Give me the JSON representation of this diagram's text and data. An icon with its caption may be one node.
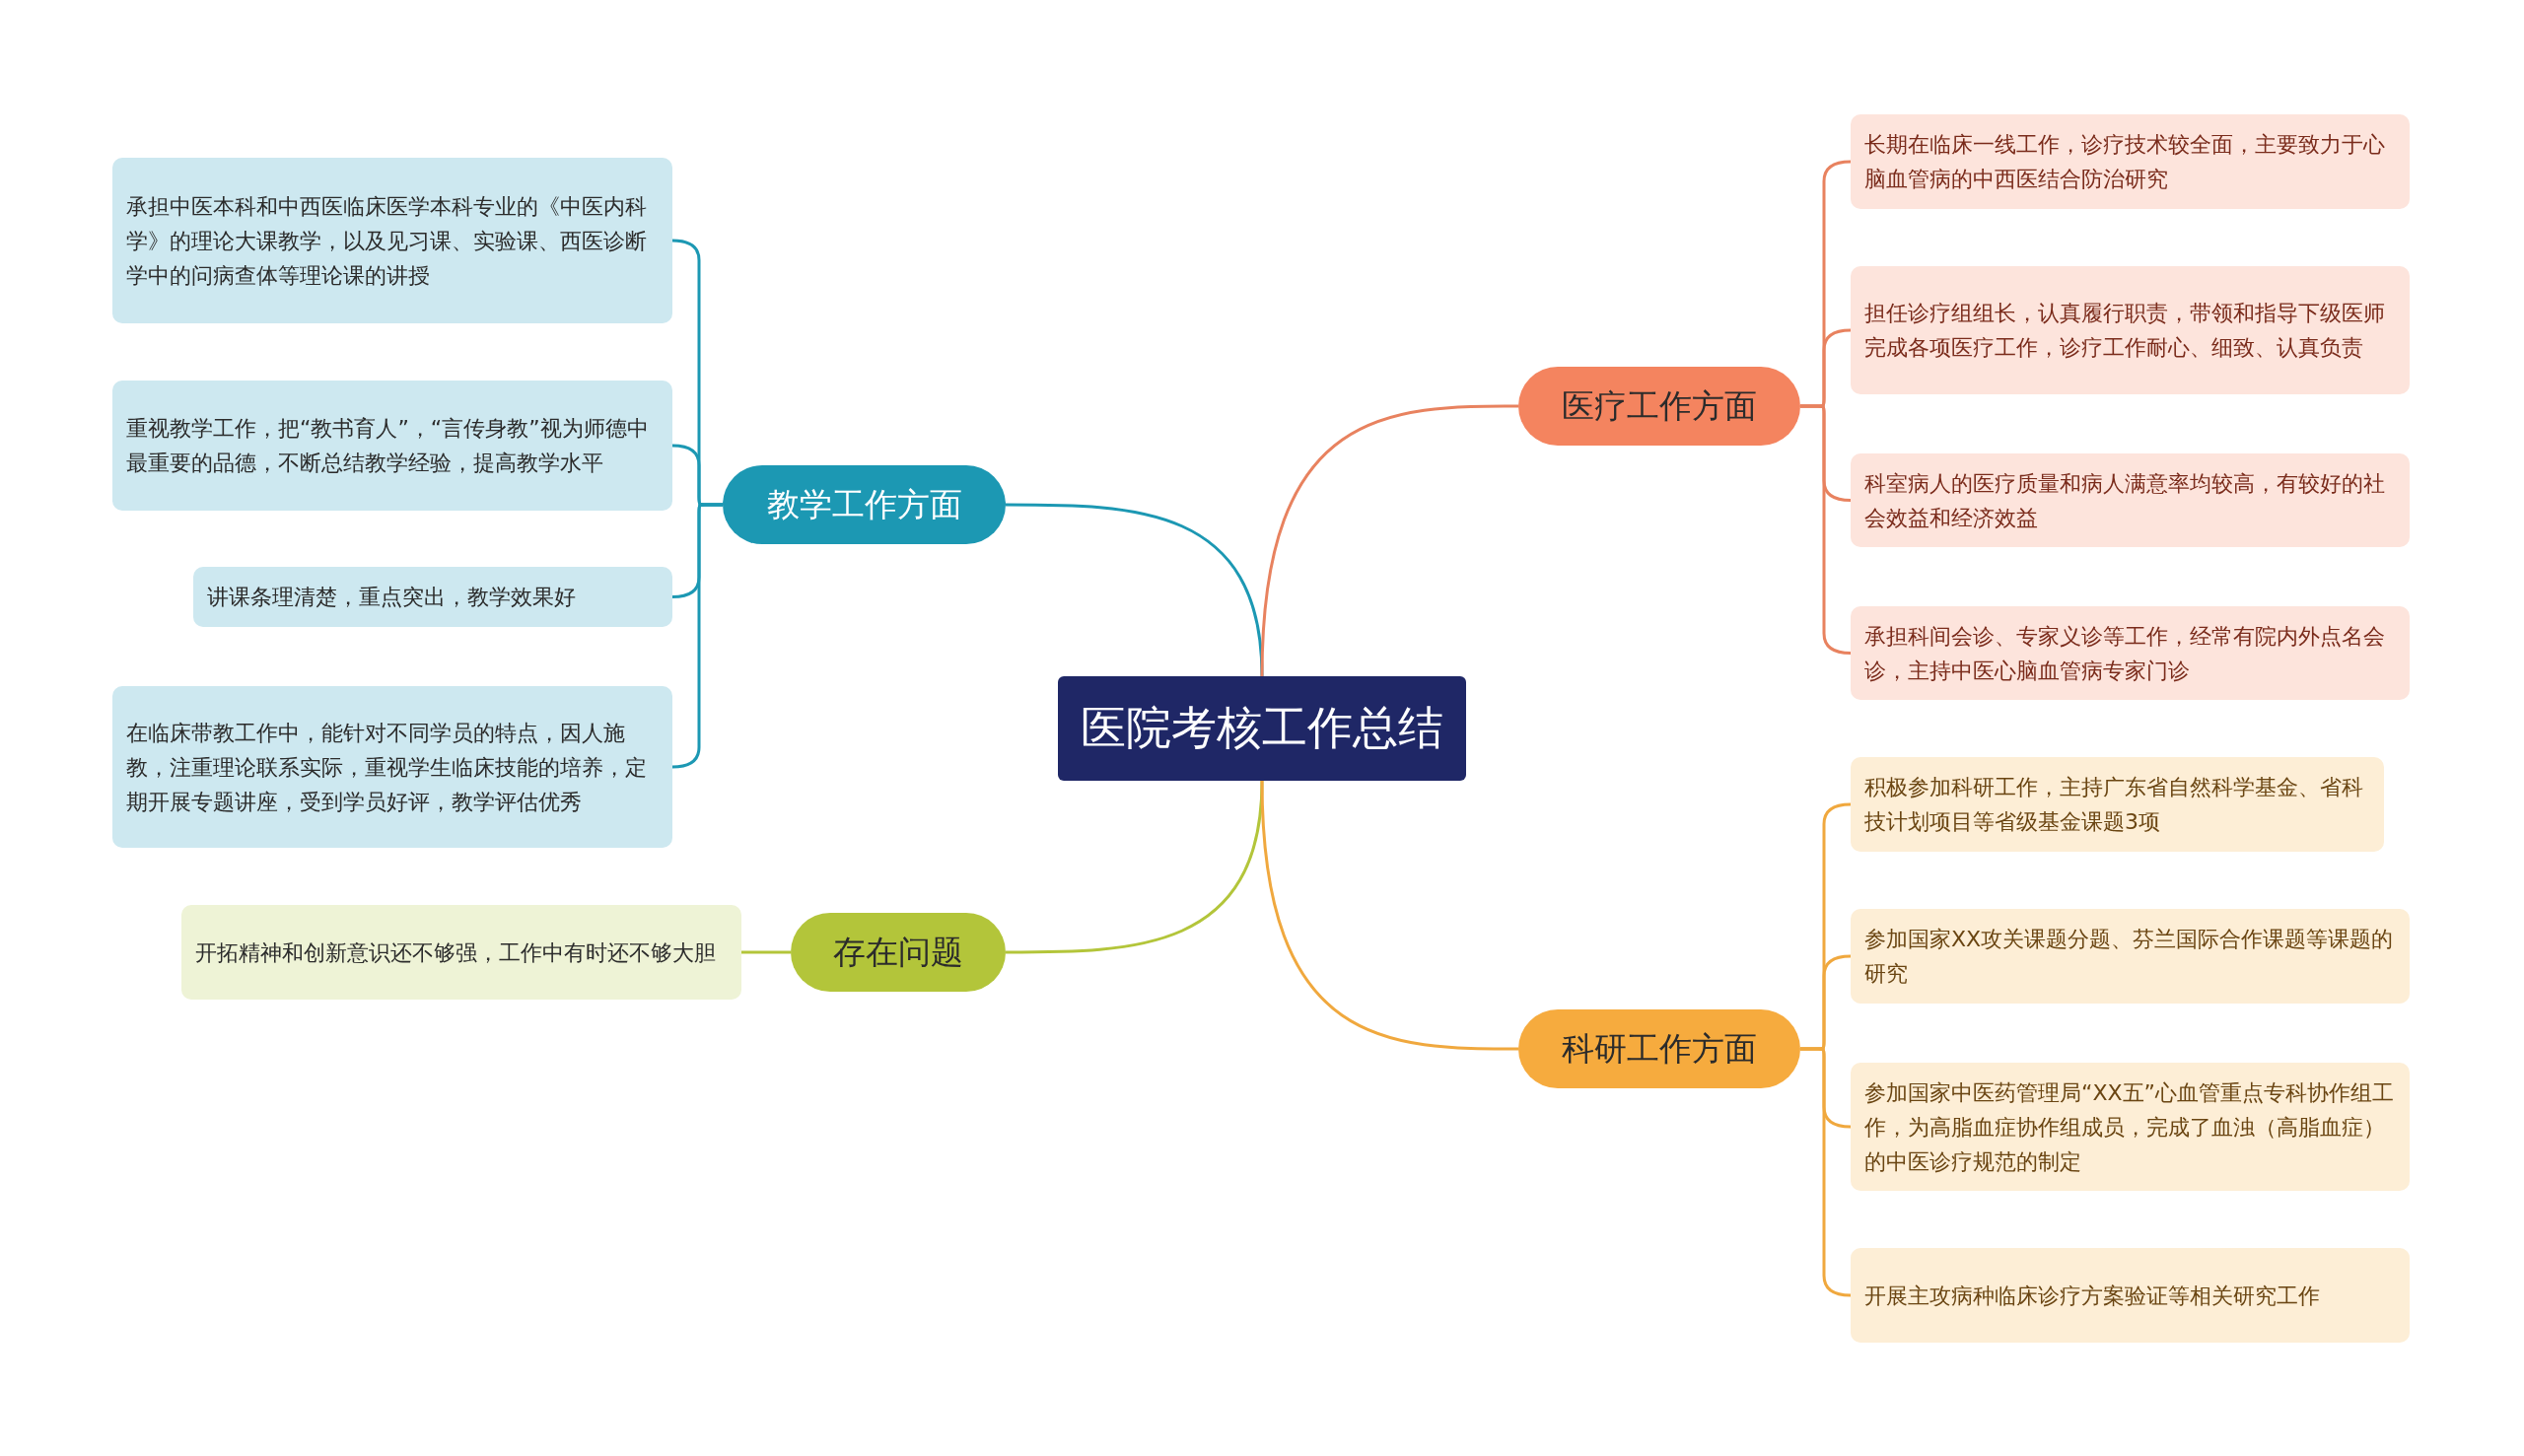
{
  "diagram": {
    "nodes": [
      {
        "text": [
          "医院考核工作总结"
        ]
      },
      {
        "text": [
          "教学工作方面"
        ]
      },
      {
        "text": [
          "承担中医本科和中西医临床医学本科专业的《中医内科学》的理论大课教学，以及见习课、实验课、西医诊断学中的问病查体等理论课的讲授"
        ]
      },
      {
        "text": [
          "重视教学工作，把“教书育人”，“言传身教”视为师德中最重要的品德，不断总结教学经验，提高教学水平"
        ]
      },
      {
        "text": [
          "讲课条理清楚，重点突出，教学效果好"
        ]
      },
      {
        "text": [
          "在临床带教工作中，能针对不同学员的特点，因人施教，注重理论联系实际，重视学生临床技能的培养，定期开展专题讲座，受到学员好评，教学评估优秀"
        ]
      },
      {
        "text": [
          "存在问题"
        ]
      },
      {
        "text": [
          "开拓精神和创新意识还不够强，工作中有时还不够大胆"
        ]
      },
      {
        "text": [
          "医疗工作方面"
        ]
      },
      {
        "text": [
          "长期在临床一线工作，诊疗技术较全面，主要致力于心脑血管病的中西医结合防治研究"
        ]
      },
      {
        "text": [
          "担任诊疗组组长，认真履行职责，带领和指导下级医师完成各项医疗工作，诊疗工作耐心、细致、认真负责"
        ]
      },
      {
        "text": [
          "科室病人的医疗质量和病人满意率均较高，有较好的社会效益和经济效益"
        ]
      },
      {
        "text": [
          "承担科间会诊、专家义诊等工作，经常有院内外点名会诊，主持中医心脑血管病专家门诊"
        ]
      },
      {
        "text": [
          "科研工作方面"
        ]
      },
      {
        "text": [
          "积极参加科研工作，主持广东省自然科学基金、省科技计划项目等省级基金课题3项"
        ]
      },
      {
        "text": [
          "参加国家XX攻关课题分题、芬兰国际合作课题等课题的研究"
        ]
      },
      {
        "text": [
          "参加国家中医药管理局“XX五”心血管重点专科协作组工作，为高脂血症协作组成员，完成了血浊（高脂血症）的中医诊疗规范的制定"
        ]
      },
      {
        "text": [
          "开展主攻病种临床诊疗方案验证等相关研究工作"
        ]
      }
    ],
    "edges": [
      {
        "from": 0,
        "to": 1,
        "arrow": "none",
        "color": "#1c98b3"
      },
      {
        "from": 1,
        "to": 2,
        "arrow": "none",
        "color": "#1c98b3"
      },
      {
        "from": 1,
        "to": 3,
        "arrow": "none",
        "color": "#1c98b3"
      },
      {
        "from": 1,
        "to": 4,
        "arrow": "none",
        "color": "#1c98b3"
      },
      {
        "from": 1,
        "to": 5,
        "arrow": "none",
        "color": "#1c98b3"
      },
      {
        "from": 0,
        "to": 6,
        "arrow": "none",
        "color": "#b3c53a"
      },
      {
        "from": 6,
        "to": 7,
        "arrow": "none",
        "color": "#b3c53a"
      },
      {
        "from": 0,
        "to": 8,
        "arrow": "none",
        "color": "#e8825f"
      },
      {
        "from": 8,
        "to": 9,
        "arrow": "none",
        "color": "#e8825f"
      },
      {
        "from": 8,
        "to": 10,
        "arrow": "none",
        "color": "#e8825f"
      },
      {
        "from": 8,
        "to": 11,
        "arrow": "none",
        "color": "#e8825f"
      },
      {
        "from": 8,
        "to": 12,
        "arrow": "none",
        "color": "#e8825f"
      },
      {
        "from": 0,
        "to": 13,
        "arrow": "none",
        "color": "#f0a83e"
      },
      {
        "from": 13,
        "to": 14,
        "arrow": "none",
        "color": "#f0a83e"
      },
      {
        "from": 13,
        "to": 15,
        "arrow": "none",
        "color": "#f0a83e"
      },
      {
        "from": 13,
        "to": 16,
        "arrow": "none",
        "color": "#f0a83e"
      },
      {
        "from": 13,
        "to": 17,
        "arrow": "none",
        "color": "#f0a83e"
      }
    ]
  }
}
